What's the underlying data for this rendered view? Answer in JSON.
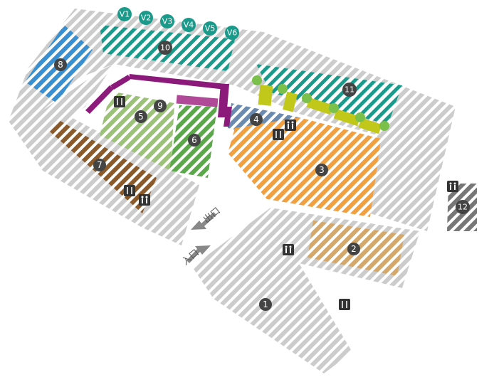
{
  "zones": [
    {
      "id": "1",
      "label": "1",
      "color": "#cccccc"
    },
    {
      "id": "2",
      "label": "2",
      "color": "#d4a86a"
    },
    {
      "id": "3",
      "label": "3",
      "color": "#f0a040"
    },
    {
      "id": "4",
      "label": "4",
      "color": "#6a8ab0"
    },
    {
      "id": "5",
      "label": "5",
      "color": "#9cc27a"
    },
    {
      "id": "6",
      "label": "6",
      "color": "#5aa84a"
    },
    {
      "id": "7",
      "label": "7",
      "color": "#8b5a2b"
    },
    {
      "id": "8",
      "label": "8",
      "color": "#3a8fd0"
    },
    {
      "id": "9",
      "label": "9",
      "color": "#9cc27a"
    },
    {
      "id": "10",
      "label": "10",
      "color": "#1a9a8a"
    },
    {
      "id": "11",
      "label": "11",
      "color": "#1a9a8a"
    },
    {
      "id": "12",
      "label": "12",
      "color": "#777777"
    }
  ],
  "vendor_markers": [
    "V1",
    "V2",
    "V3",
    "V4",
    "V5",
    "V6"
  ],
  "signs": {
    "exit": "出口",
    "entrance": "入口"
  },
  "icons": {
    "restaurant": "restaurant-icon",
    "restroom": "restroom-icon"
  },
  "colors": {
    "background_hatch": "#cccccc",
    "marker_fill": "#444444",
    "vendor_marker_fill": "#1a9a8a",
    "purple_path": "#8b1a7a",
    "lime_blocks": "#c2c81a",
    "green_dots": "#7ac04a"
  }
}
